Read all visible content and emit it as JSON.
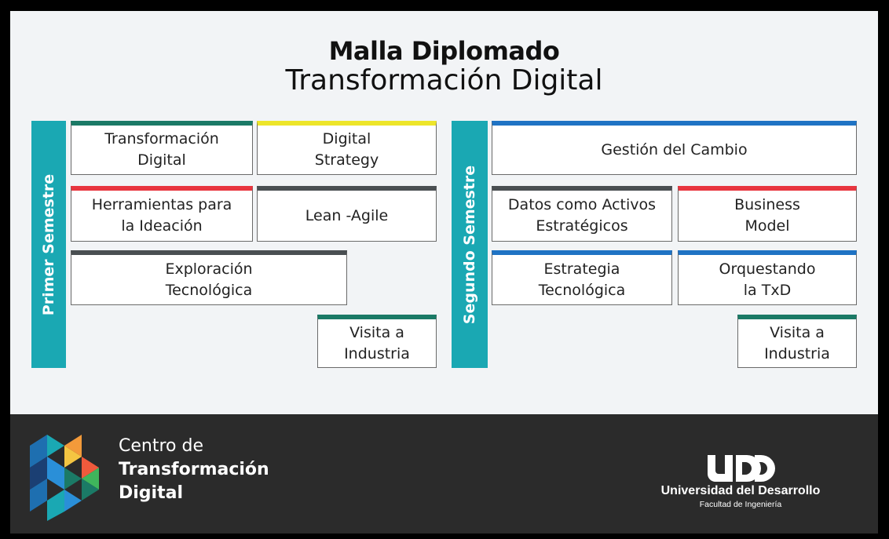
{
  "header": {
    "title_bold": "Malla Diplomado",
    "title_main": "Transformación Digital"
  },
  "semester1": {
    "label": "Primer Semestre",
    "courses": [
      {
        "line1": "Transformación",
        "line2": "Digital",
        "accent": "#1b7a66"
      },
      {
        "line1": "Digital",
        "line2": "Strategy",
        "accent": "#ede52a"
      },
      {
        "line1": "Herramientas para",
        "line2": "la Ideación",
        "accent": "#e8353f"
      },
      {
        "line1": "Lean -Agile",
        "line2": "",
        "accent": "#4a4f52"
      },
      {
        "line1": "Exploración",
        "line2": "Tecnológica",
        "accent": "#4a4f52"
      },
      {
        "line1": "Visita a",
        "line2": "Industria",
        "accent": "#1b7a66"
      }
    ]
  },
  "semester2": {
    "label": "Segundo Semestre",
    "courses": [
      {
        "line1": "Gestión del Cambio",
        "line2": "",
        "accent": "#1f73c4"
      },
      {
        "line1": "Datos como Activos",
        "line2": "Estratégicos",
        "accent": "#4a4f52"
      },
      {
        "line1": "Business",
        "line2": "Model",
        "accent": "#e8353f"
      },
      {
        "line1": "Estrategia",
        "line2": "Tecnológica",
        "accent": "#1f73c4"
      },
      {
        "line1": "Orquestando",
        "line2": "la TxD",
        "accent": "#1f73c4"
      },
      {
        "line1": "Visita a",
        "line2": "Industria",
        "accent": "#1b7a66"
      }
    ]
  },
  "footer": {
    "ctd_line1": "Centro de",
    "ctd_line2": "Transformación",
    "ctd_line3": "Digital",
    "udd_logo_text": "UDD",
    "udd_name": "Universidad del Desarrollo",
    "udd_faculty": "Facultad de Ingeniería"
  },
  "colors": {
    "semester_bar": "#1aa8b3",
    "footer_bg": "#2b2b2b",
    "background": "#f2f4f6"
  }
}
